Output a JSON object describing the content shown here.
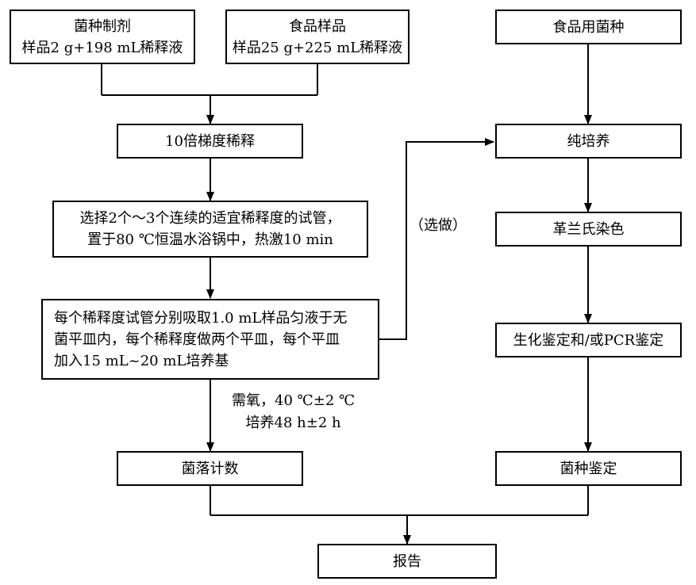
{
  "nodes": {
    "bacteria_prep": {
      "line1": "菌种制剂",
      "line2": "样品2 g+198 mL稀释液"
    },
    "food_sample": {
      "line1": "食品样品",
      "line2": "样品25 g+225 mL稀释液"
    },
    "food_strain": {
      "line1": "食品用菌种"
    },
    "dilution": {
      "line1": "10倍梯度稀释"
    },
    "select_tubes": {
      "line1": "选择2个～3个连续的适宜稀释度的试管，",
      "line2": "置于80 ℃恒温水浴锅中，热激10 min"
    },
    "plating": {
      "line1": "每个稀释度试管分别吸取1.0 mL样品匀液于无",
      "line2": "菌平皿内，每个稀释度做两个平皿，每个平皿",
      "line3": "加入15 mL~20 mL培养基"
    },
    "colony_count": {
      "line1": "菌落计数"
    },
    "pure_culture": {
      "line1": "纯培养"
    },
    "gram_stain": {
      "line1": "革兰氏染色"
    },
    "biochem_id": {
      "line1": "生化鉴定和/或PCR鉴定"
    },
    "strain_id": {
      "line1": "菌种鉴定"
    },
    "report": {
      "line1": "报告"
    }
  },
  "annotations": {
    "optional": "（选做）",
    "incubation_line1": "需氧，40 ℃±2 ℃",
    "incubation_line2": "培养48 h±2 h"
  }
}
